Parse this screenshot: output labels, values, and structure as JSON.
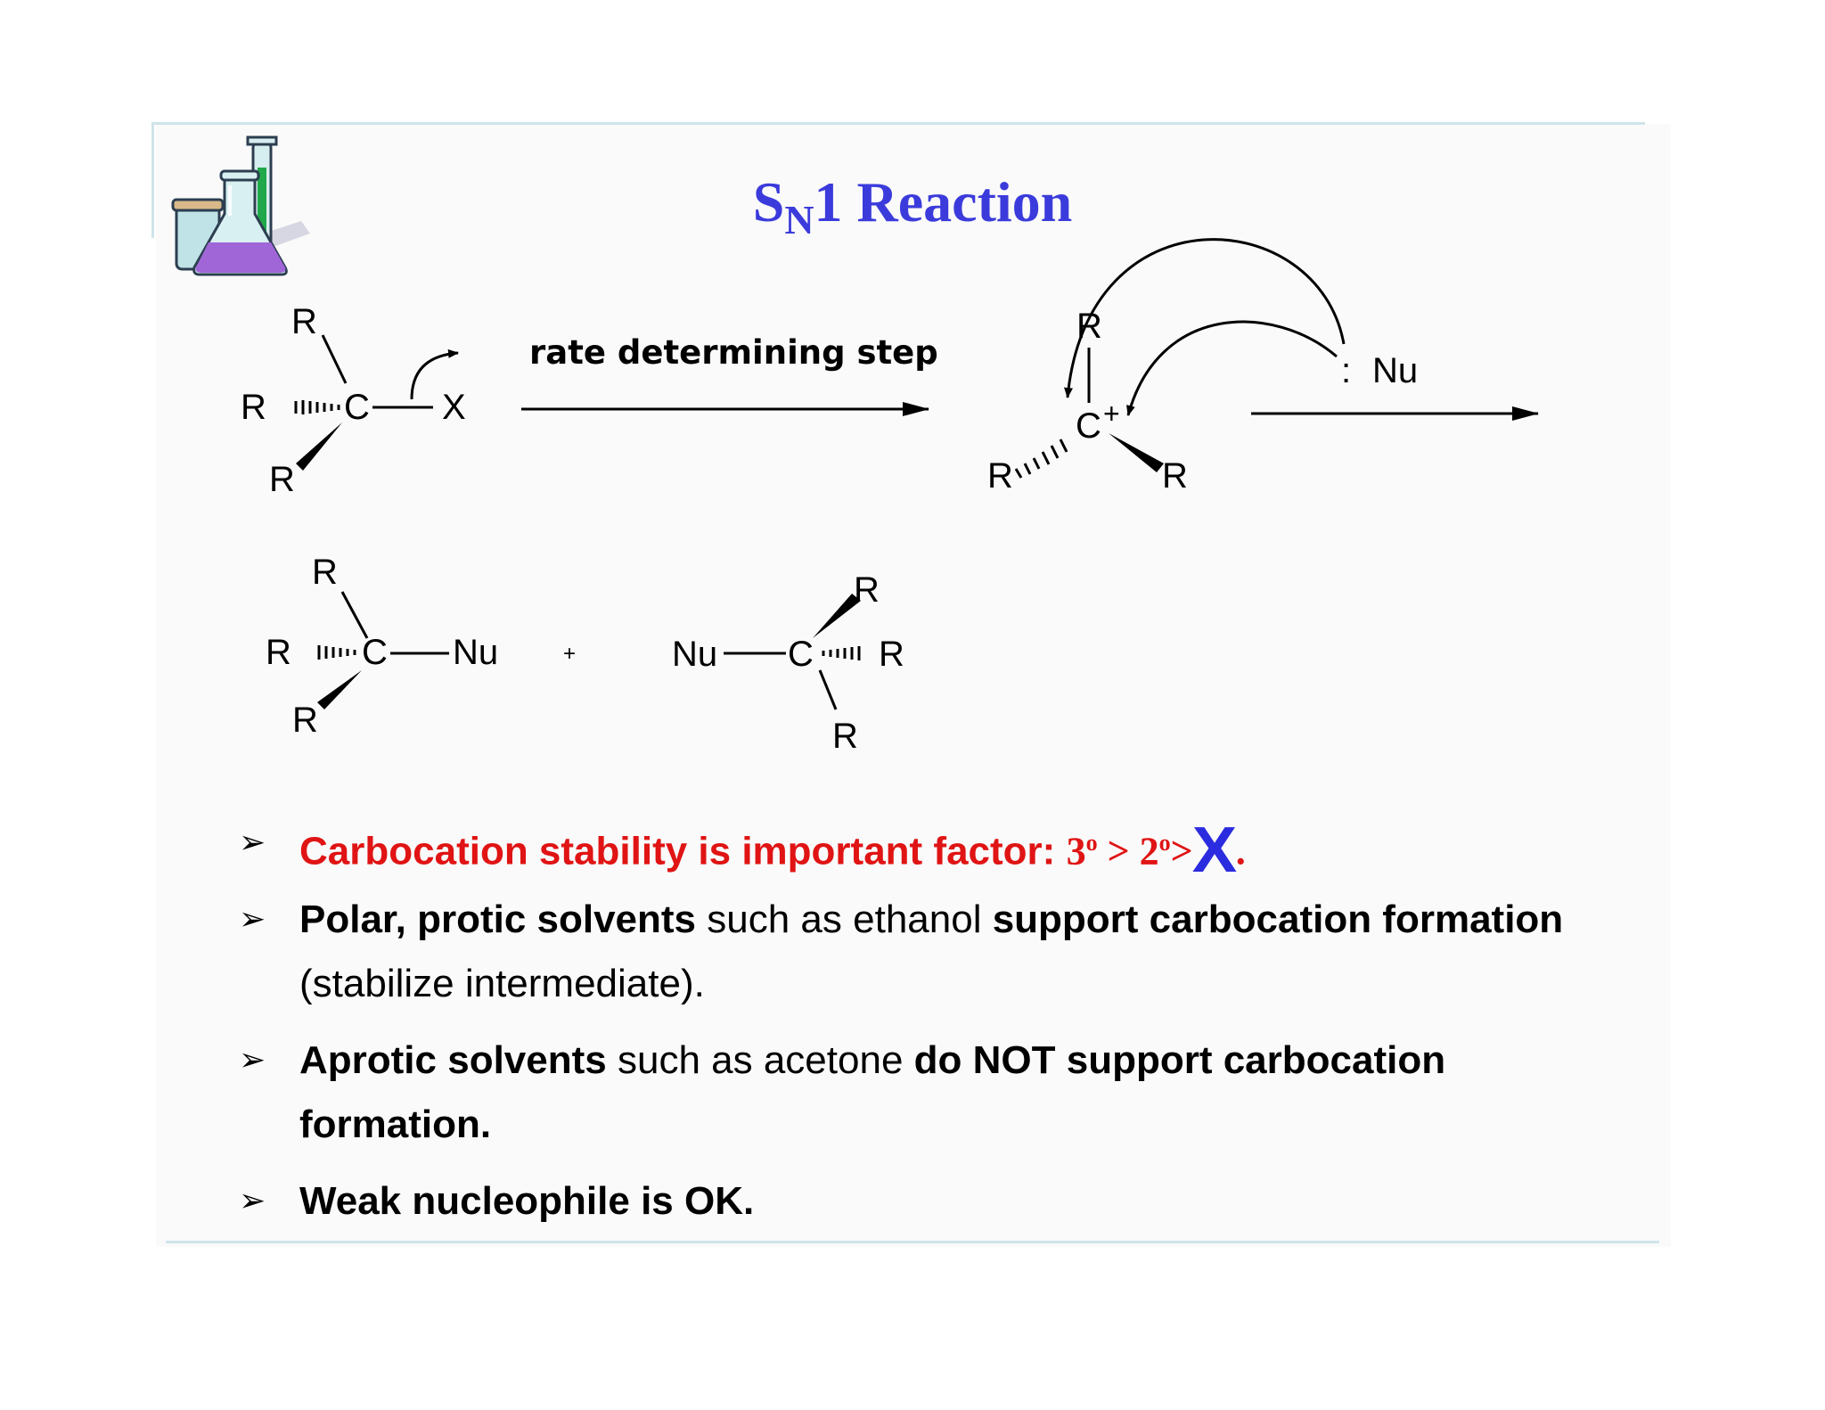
{
  "slide": {
    "title_main": "S",
    "title_sub": "N",
    "title_rest": "1 Reaction",
    "step_label": "rate determining step",
    "colors": {
      "title": "#3b3bdc",
      "highlight": "#e01414",
      "rule": "#cfe4ea",
      "x_mark": "#2b2be0"
    }
  },
  "scheme": {
    "substrate": {
      "r_top": "R",
      "r_left": "R",
      "center": "C",
      "leaving": "X",
      "r_bottom": "R"
    },
    "cation": {
      "r_top": "R",
      "center": "C",
      "charge": "+",
      "r_left": "R",
      "r_right": "R"
    },
    "nucleophile": {
      "dots": ":",
      "label": "Nu"
    },
    "product_left": {
      "r_top": "R",
      "r_left": "R",
      "center": "C",
      "nu": "Nu",
      "r_bottom": "R"
    },
    "plus": "+",
    "product_right": {
      "nu": "Nu",
      "center": "C",
      "r_top": "R",
      "r_right": "R",
      "r_bottom": "R"
    }
  },
  "bullets": {
    "marker": "➢",
    "b1": {
      "text": "Carbocation stability is important  factor: ",
      "order_3": "3",
      "deg": "o",
      "gt1": " > 2",
      "deg2": "o",
      "gt2": ">",
      "x": "X",
      "dot": "."
    },
    "b2": {
      "bold1": "Polar, protic solvents",
      "plain1": " such as ethanol ",
      "bold2": "support carbocation formation",
      "plain2": " (stabilize intermediate)."
    },
    "b3": {
      "bold1": "Aprotic solvents",
      "plain1": " such as acetone ",
      "bold2": "do NOT support carbocation formation."
    },
    "b4": {
      "bold1": "Weak nucleophile is OK."
    }
  }
}
